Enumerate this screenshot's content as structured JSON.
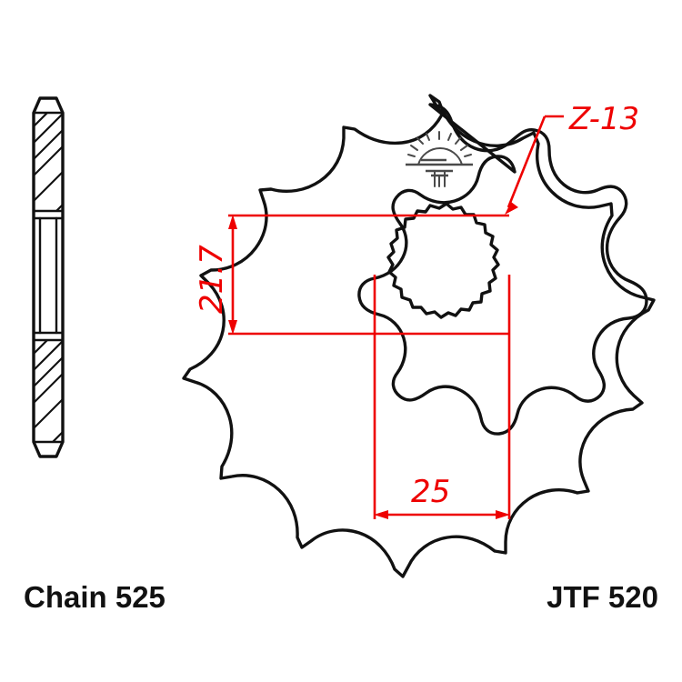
{
  "drawing": {
    "title_part": "JTF 520",
    "chain_label": "Chain 525",
    "annotations": {
      "spline_count_label": "Z-13",
      "bore_height_mm": "21.7",
      "bore_width_mm": "25"
    },
    "logo": {
      "name": "jt-sunrise-logo",
      "alt": "JT rising sun and torii mark"
    },
    "views": {
      "side_view_name": "side-section-view",
      "front_view_name": "front-face-view"
    },
    "colors": {
      "outline": "#111111",
      "dimension": "#ee0000",
      "logo": "#4a4a4a",
      "background": "#ffffff"
    },
    "geometry": {
      "outer_teeth": 15,
      "spline_teeth": 16
    }
  }
}
